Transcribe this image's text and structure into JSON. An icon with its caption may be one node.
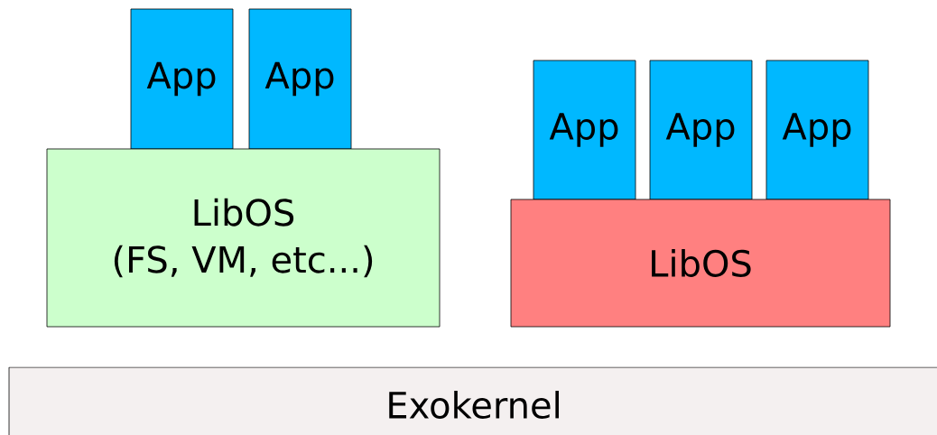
{
  "diagram": {
    "nodes": [
      {
        "text": [
          "App"
        ]
      },
      {
        "text": [
          "App"
        ]
      },
      {
        "text": [
          "App"
        ]
      },
      {
        "text": [
          "App"
        ]
      },
      {
        "text": [
          "App"
        ]
      },
      {
        "text": [
          "LibOS",
          "(FS, VM, etc...)"
        ]
      },
      {
        "text": [
          "LibOS"
        ]
      },
      {
        "text": [
          "Exokernel"
        ]
      }
    ]
  }
}
